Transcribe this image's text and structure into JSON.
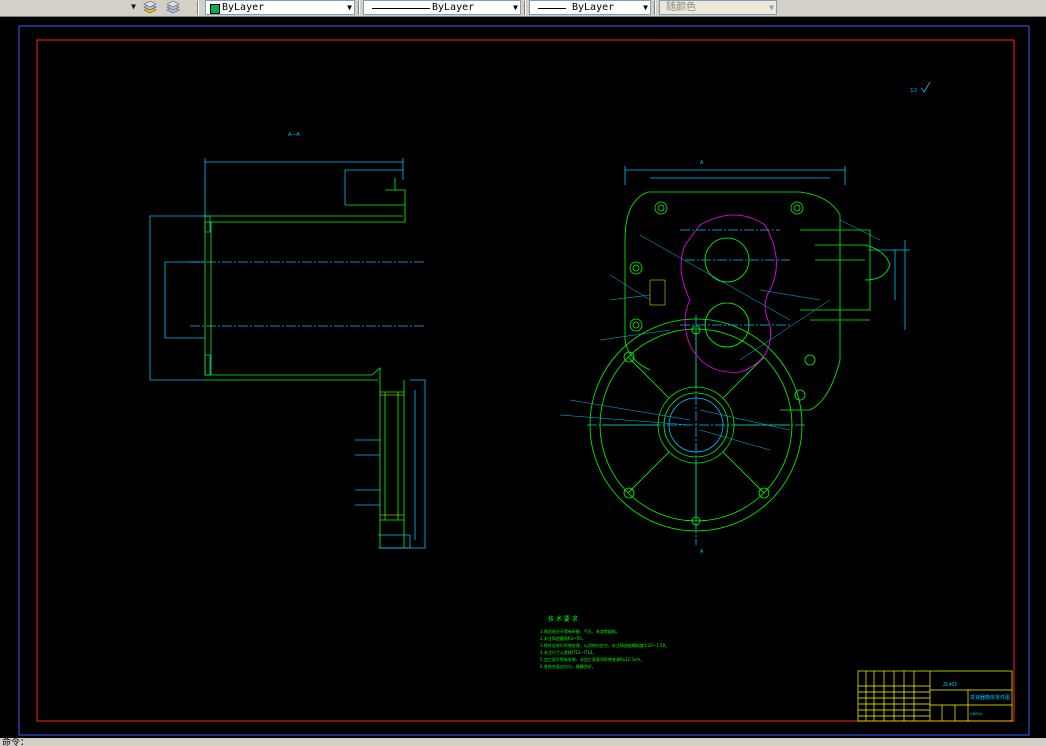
{
  "toolbar": {
    "layer_color_value": "ByLayer",
    "linetype_value": "ByLayer",
    "lineweight_value": "ByLayer",
    "plotstyle_value": "随颜色"
  },
  "drawing": {
    "roughness_note": "3.2",
    "section_label": "A—A",
    "tech_title": "技 术 要 求",
    "tech_notes": [
      "1.铸造毛坯不得有砂眼、气孔、夹渣等缺陷。",
      "2.未注铸造圆角R3~R5。",
      "3.铸件应进行时效处理，以消除内应力，未注铸造拔模斜度1:20~1:50。",
      "4.未注尺寸公差按IT12~IT14。",
      "5.加工面不得有毛刺，非加工表面涂防锈底漆Ra12.5um。",
      "6.各结合面应均匀，接触良好。"
    ],
    "title_block": {
      "material": "ZL401",
      "part_name": "变速器箱体零件图",
      "drawing_no": "XB004"
    }
  },
  "cmdline": {
    "prompt": "命令："
  },
  "colors": {
    "border_outer": "#3a5fff",
    "border_inner": "#ff2020",
    "geometry": "#00c0ff",
    "outline": "#00ff00",
    "accent": "#ff00ff",
    "title_block": "#ffff00"
  }
}
